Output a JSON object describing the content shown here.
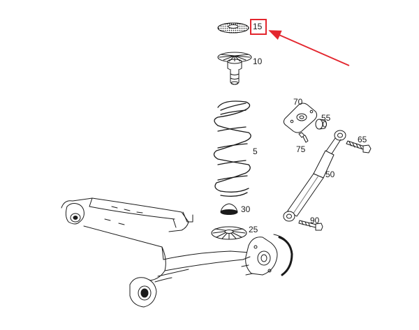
{
  "labels": {
    "p15": "15",
    "p10": "10",
    "p70": "70",
    "p55": "55",
    "p65": "65",
    "p75": "75",
    "p5": "5",
    "p50": "50",
    "p30": "30",
    "p25": "25",
    "p90": "90"
  },
  "highlighted_part": "15",
  "colors": {
    "line": "#1a1a1a",
    "highlight": "#e3262e",
    "background": "#ffffff"
  }
}
